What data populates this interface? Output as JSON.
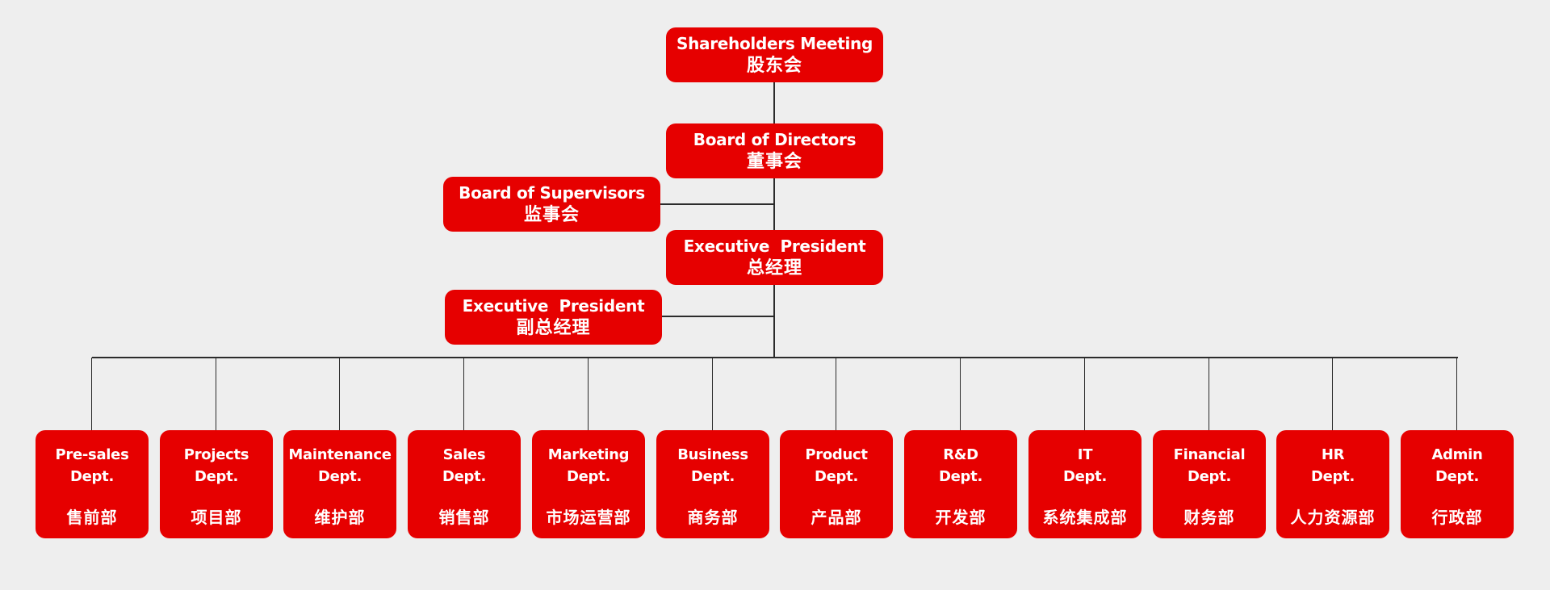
{
  "diagram": {
    "type": "org-chart",
    "colors": {
      "background": "#eeeeee",
      "box_fill": "#e60000",
      "box_text": "#ffffff",
      "connector": "#2b2b2b"
    },
    "executive_chain": [
      {
        "id": "shareholders",
        "en": "Shareholders Meeting",
        "zh": "股东会"
      },
      {
        "id": "board-directors",
        "en": "Board of Directors",
        "zh": "董事会"
      },
      {
        "id": "executive-president",
        "en": "Executive  President",
        "zh": "总经理"
      }
    ],
    "side_nodes": [
      {
        "id": "board-supervisors",
        "en": "Board of Supervisors",
        "zh": "监事会",
        "attached_to": "board-directors"
      },
      {
        "id": "vice-president",
        "en": "Executive  President",
        "zh": "副总经理",
        "attached_to": "executive-president"
      }
    ],
    "departments": [
      {
        "id": "presales",
        "en_line1": "Pre-sales",
        "en_line2": "Dept.",
        "zh": "售前部"
      },
      {
        "id": "projects",
        "en_line1": "Projects",
        "en_line2": "Dept.",
        "zh": "项目部"
      },
      {
        "id": "maintenance",
        "en_line1": "Maintenance",
        "en_line2": "Dept.",
        "zh": "维护部"
      },
      {
        "id": "sales",
        "en_line1": "Sales",
        "en_line2": "Dept.",
        "zh": "销售部"
      },
      {
        "id": "marketing",
        "en_line1": "Marketing",
        "en_line2": "Dept.",
        "zh": "市场运营部"
      },
      {
        "id": "business",
        "en_line1": "Business",
        "en_line2": "Dept.",
        "zh": "商务部"
      },
      {
        "id": "product",
        "en_line1": "Product",
        "en_line2": "Dept.",
        "zh": "产品部"
      },
      {
        "id": "rnd",
        "en_line1": "R&D",
        "en_line2": "Dept.",
        "zh": "开发部"
      },
      {
        "id": "it",
        "en_line1": "IT",
        "en_line2": "Dept.",
        "zh": "系统集成部"
      },
      {
        "id": "financial",
        "en_line1": "Financial",
        "en_line2": "Dept.",
        "zh": "财务部"
      },
      {
        "id": "hr",
        "en_line1": "HR",
        "en_line2": "Dept.",
        "zh": "人力资源部"
      },
      {
        "id": "admin",
        "en_line1": "Admin",
        "en_line2": "Dept.",
        "zh": "行政部"
      }
    ]
  }
}
